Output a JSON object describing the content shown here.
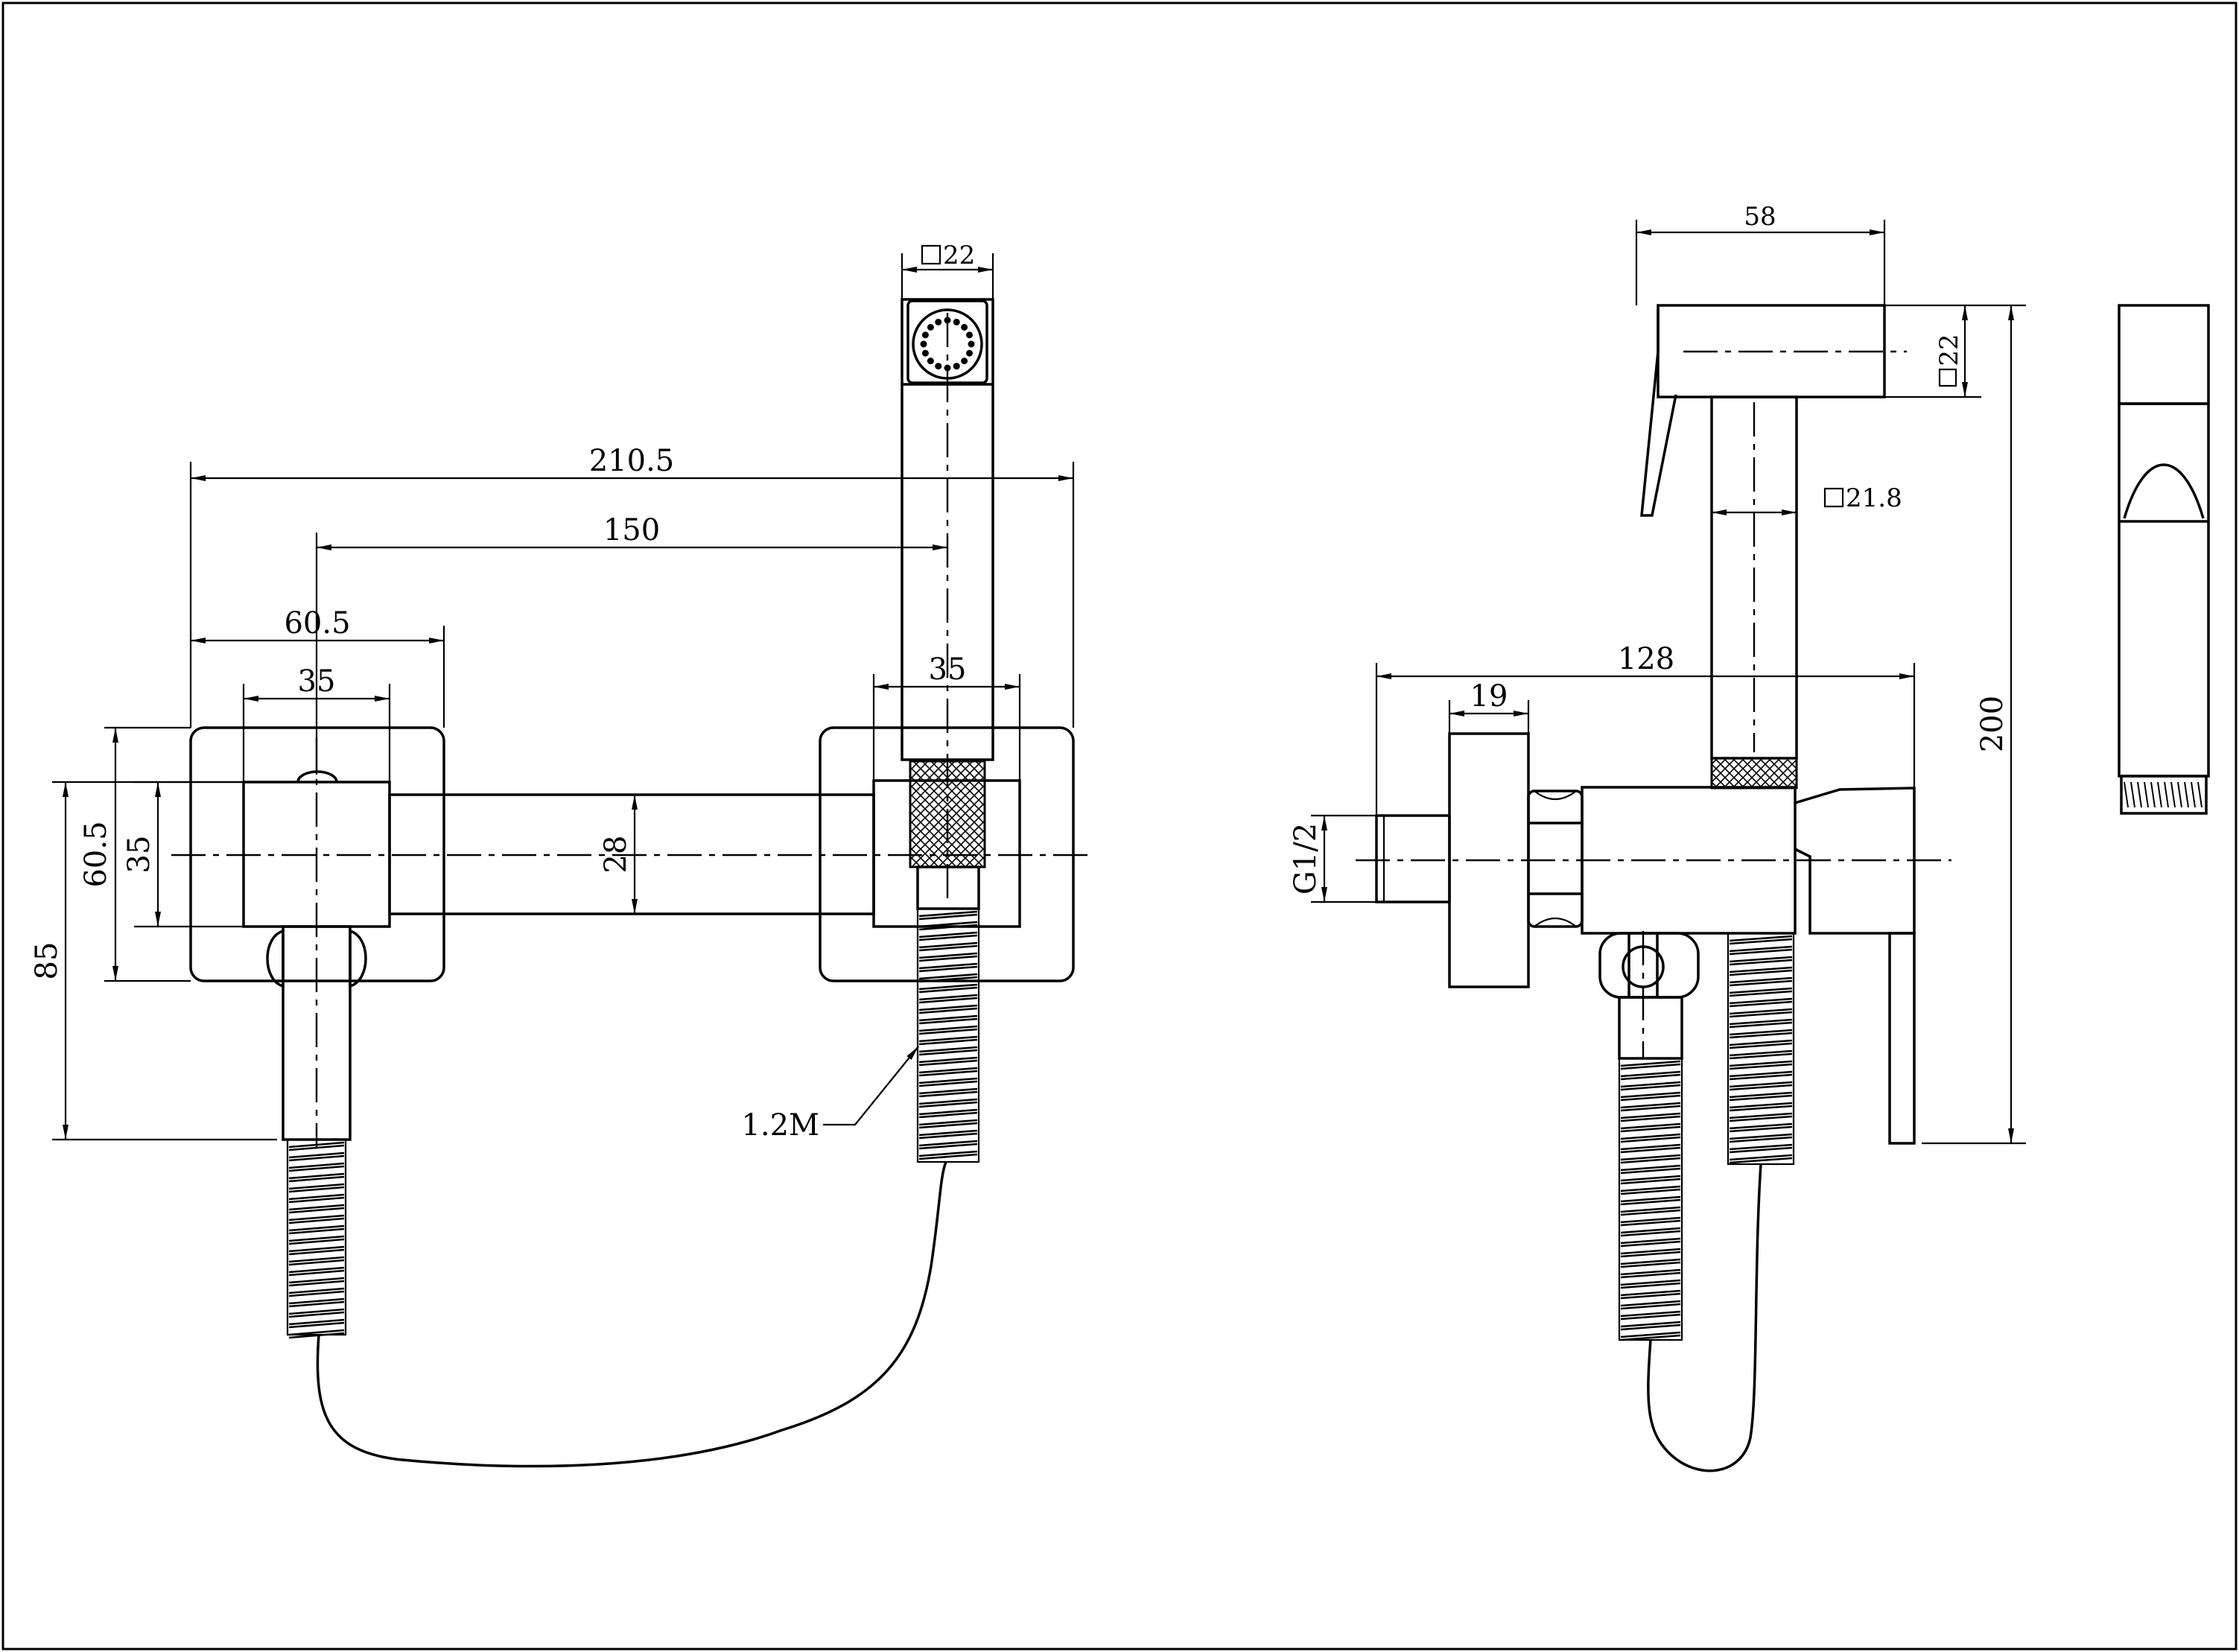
{
  "dimensions": {
    "d210_5": "210.5",
    "d150": "150",
    "d60_5_top": "60.5",
    "d35_left": "35",
    "d35_right": "35",
    "d60_5_vert": "60.5",
    "d35_vert": "35",
    "d85": "85",
    "d28": "28",
    "d1_2m": "1.2M",
    "sq22_head": "22",
    "d58": "58",
    "sq22_side": "22",
    "sq21_8": "21.8",
    "d128": "128",
    "d19": "19",
    "g1_2": "G1/2",
    "d200": "200"
  }
}
